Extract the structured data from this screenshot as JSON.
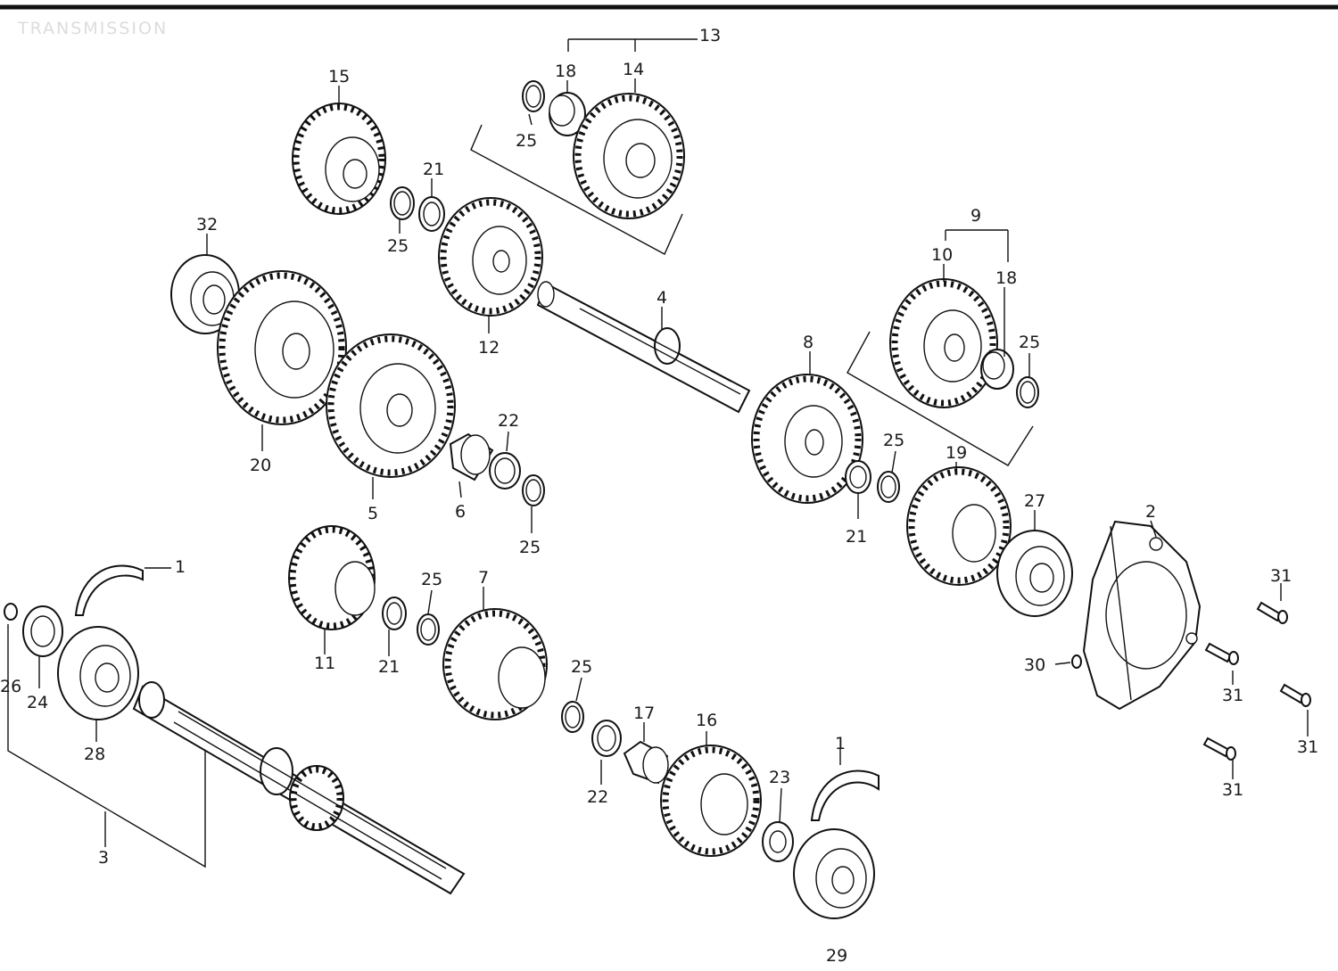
{
  "title": "TRANSMISSION",
  "callouts": {
    "c1a": "1",
    "c1b": "1",
    "c2": "2",
    "c3": "3",
    "c4": "4",
    "c5": "5",
    "c6": "6",
    "c7": "7",
    "c8": "8",
    "c9": "9",
    "c10": "10",
    "c11": "11",
    "c12": "12",
    "c13": "13",
    "c14": "14",
    "c15": "15",
    "c16": "16",
    "c17": "17",
    "c18a": "18",
    "c18b": "18",
    "c19": "19",
    "c20": "20",
    "c21a": "21",
    "c21b": "21",
    "c21c": "21",
    "c22a": "22",
    "c22b": "22",
    "c23": "23",
    "c24": "24",
    "c25a": "25",
    "c25b": "25",
    "c25c": "25",
    "c25d": "25",
    "c25e": "25",
    "c25f": "25",
    "c26": "26",
    "c27": "27",
    "c28": "28",
    "c29": "29",
    "c30": "30",
    "c31a": "31",
    "c31b": "31",
    "c31c": "31",
    "c31d": "31",
    "c32": "32"
  }
}
